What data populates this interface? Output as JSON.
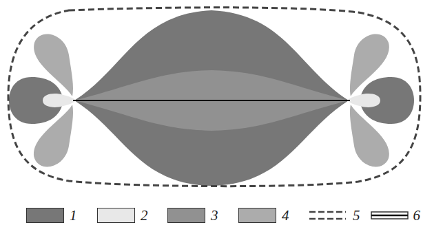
{
  "diagram": {
    "legend": [
      {
        "text": "1",
        "color": "#777777"
      },
      {
        "text": "2",
        "color": "#e8e8e8"
      },
      {
        "text": "3",
        "color": "#919191"
      },
      {
        "text": "4",
        "color": "#acacac"
      },
      {
        "text": "5"
      },
      {
        "text": "6"
      }
    ]
  }
}
